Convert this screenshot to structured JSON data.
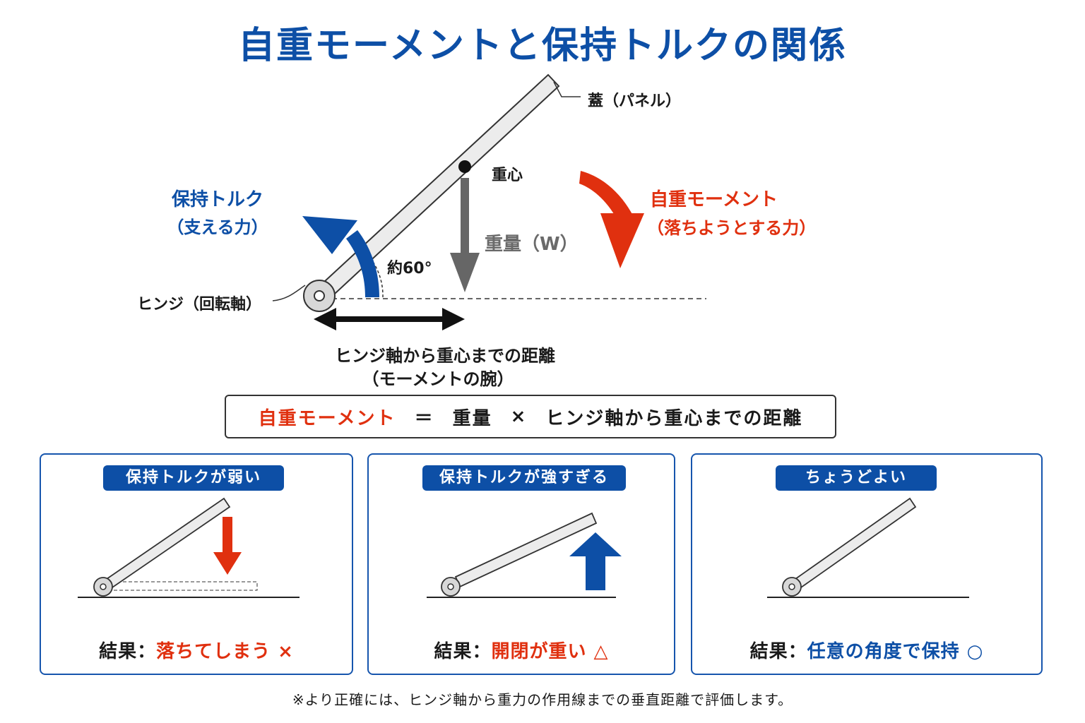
{
  "title": "自重モーメントと保持トルクの関係",
  "main_diagram": {
    "lid_label": "蓋（パネル）",
    "center_of_gravity_label": "重心",
    "weight_label": "重量（W）",
    "holding_torque_label": "保持トルク",
    "holding_torque_sub": "（支える力）",
    "self_moment_label": "自重モーメント",
    "self_moment_sub": "（落ちようとする力）",
    "angle_label": "約60°",
    "hinge_label": "ヒンジ（回転軸）",
    "distance_label": "ヒンジ軸から重心までの距離",
    "distance_sub": "（モーメントの腕）"
  },
  "formula": {
    "term1": "自重モーメント",
    "eq": "＝",
    "term2": "重量",
    "times": "×",
    "term3": "ヒンジ軸から重心までの距離"
  },
  "cases": [
    {
      "badge": "保持トルクが弱い",
      "result_prefix": "結果：",
      "result_text": "落ちてしまう ×",
      "result_color": "#e0300f"
    },
    {
      "badge": "保持トルクが強すぎる",
      "result_prefix": "結果：",
      "result_text": "開閉が重い △",
      "result_color": "#e0300f"
    },
    {
      "badge": "ちょうどよい",
      "result_prefix": "結果：",
      "result_text": "任意の角度で保持 ○",
      "result_color": "#0d4fa6"
    }
  ],
  "footnote": "※より正確には、ヒンジ軸から重力の作用線までの垂直距離で評価します。",
  "colors": {
    "blue": "#0d4fa6",
    "red": "#e0300f",
    "gray": "#6a6a6a",
    "dark": "#1a1a1a"
  }
}
